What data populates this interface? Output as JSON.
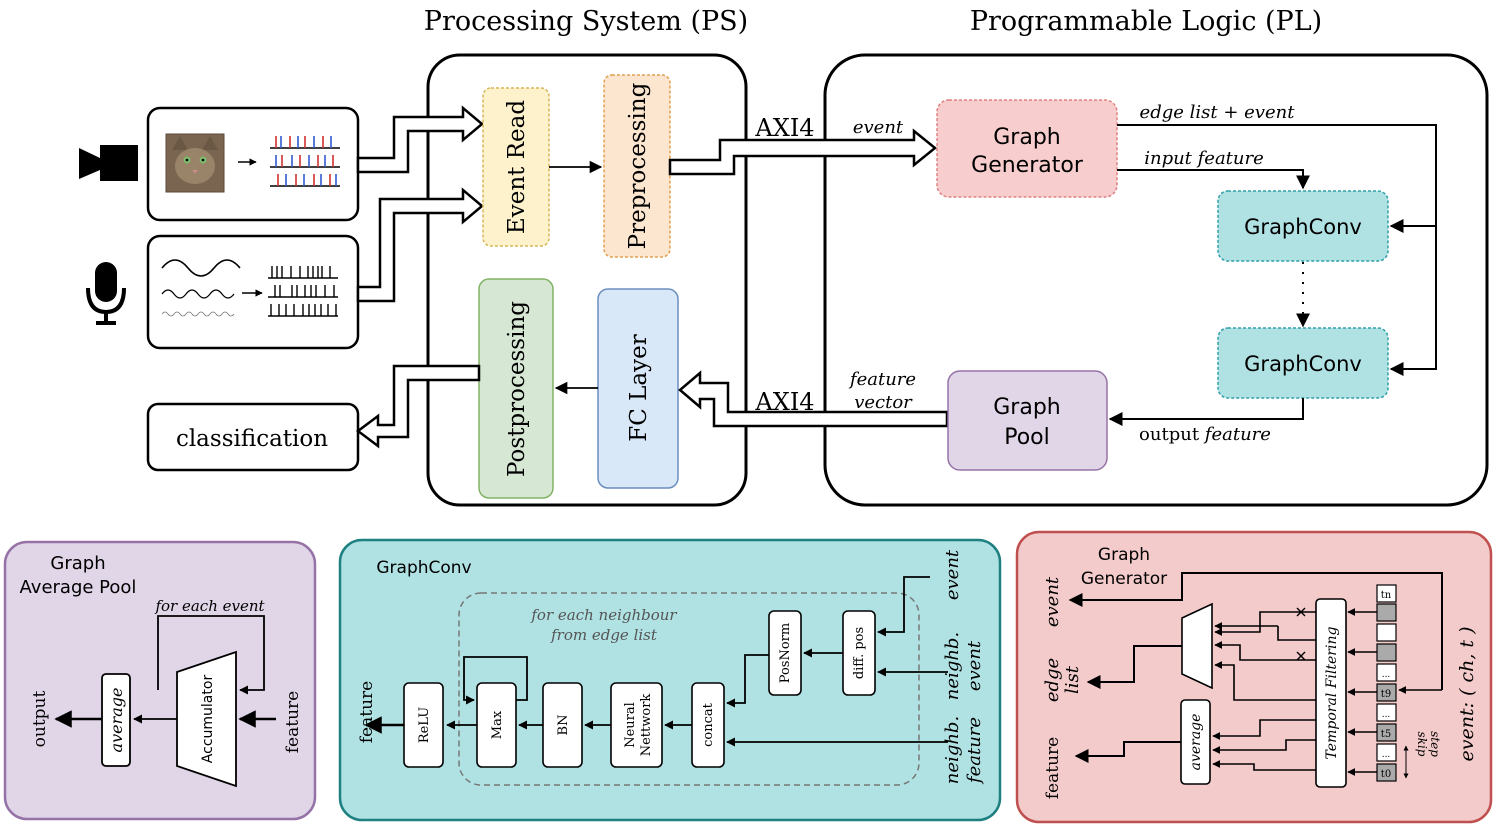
{
  "ps_title": "Processing System (PS)",
  "pl_title": "Programmable Logic (PL)",
  "event_read": "Event Read",
  "preprocessing": "Preprocessing",
  "postprocessing": "Postprocessing",
  "fc_layer": "FC Layer",
  "classification": "classification",
  "axi4_top": "AXI4",
  "axi4_bottom": "AXI4",
  "event_label": "event",
  "graph_generator_l1": "Graph",
  "graph_generator_l2": "Generator",
  "edge_list_event": "edge list + event",
  "input_feature": "input feature",
  "graphconv_1": "GraphConv",
  "graphconv_2": "GraphConv",
  "graph_pool_l1": "Graph",
  "graph_pool_l2": "Pool",
  "feature_vector_l1": "feature",
  "feature_vector_l2": "vector",
  "output_feature_plain": "output",
  "output_feature_italic": "feature",
  "gap": {
    "title_l1": "Graph",
    "title_l2": "Average Pool",
    "for_each_event": "for each event",
    "accumulator": "Accumulator",
    "average": "average",
    "output": "output",
    "feature": "feature"
  },
  "gc": {
    "title": "GraphConv",
    "for_each_l1": "for each neighbour",
    "for_each_l2": "from edge list",
    "relu": "ReLU",
    "max": "Max",
    "bn": "BN",
    "nn_l1": "Neural",
    "nn_l2": "Nettwork",
    "concat": "concat",
    "posnorm": "PosNorm",
    "diffpos": "diff. pos",
    "feature_out": "feature",
    "in_event": "event",
    "in_neigh_event_l1": "neighb.",
    "in_neigh_event_l2": "event",
    "in_neigh_feat_l1": "neighb.",
    "in_neigh_feat_l2": "feature"
  },
  "gg": {
    "title_l1": "Graph",
    "title_l2": "Generator",
    "event_out": "event",
    "edge_l1": "edge",
    "edge_l2": "list",
    "feature_out": "feature",
    "average": "average",
    "temporal": "Temporal Filtering",
    "event_in": "event: ( ch, t )",
    "skip": "skip",
    "step": "step",
    "reg_tn": "tn",
    "reg_t9": "t9",
    "reg_t5": "t5",
    "reg_t0": "t0",
    "reg_dots": "..."
  },
  "colors": {
    "event_read": "#fdf2cc",
    "preprocessing": "#fde6cf",
    "postprocessing": "#d6e8d4",
    "fc_layer": "#d8e8f8",
    "graph_generator": "#f8cdcd",
    "graphconv": "#b0e2e3",
    "graph_pool": "#e1d5e8",
    "panel_gap": "#e1d5e8",
    "panel_gc": "#b0e2e3",
    "panel_gg": "#f3cbcb"
  }
}
